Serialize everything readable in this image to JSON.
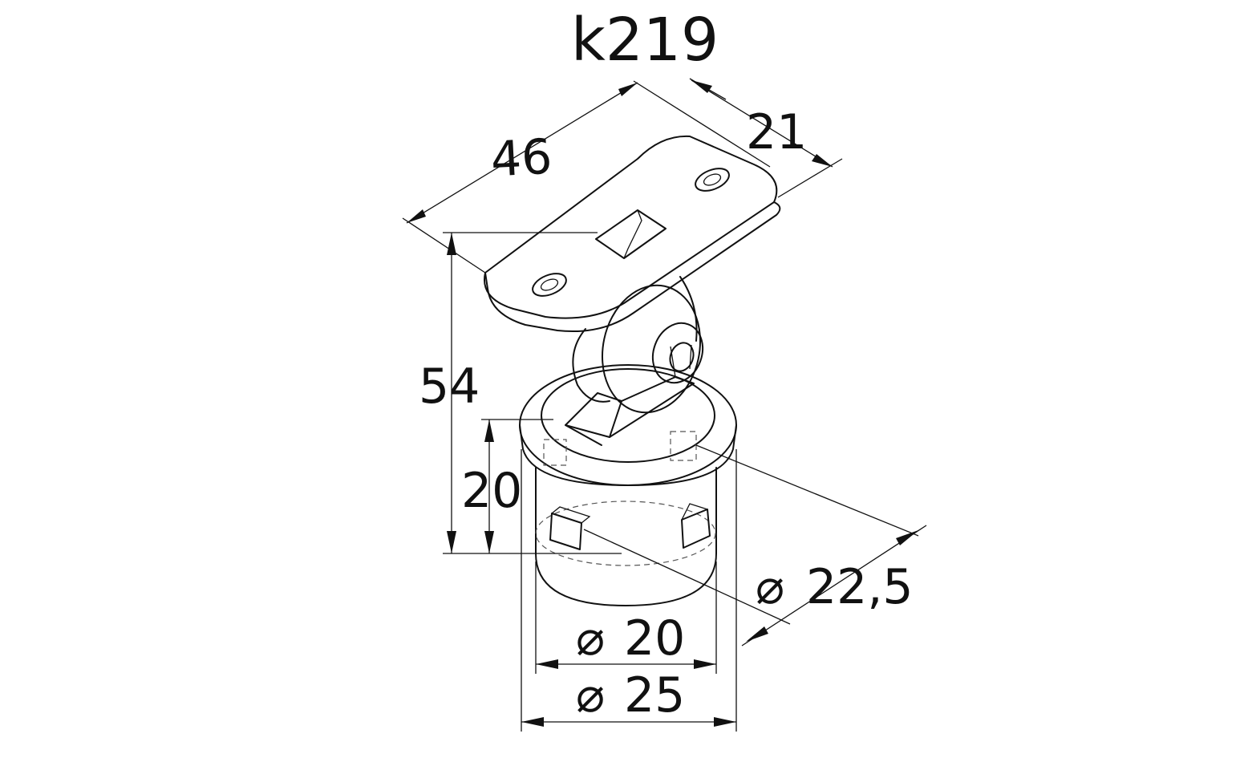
{
  "title": "k219",
  "dimensions": {
    "length": "46",
    "width": "21",
    "height": "54",
    "socket_height": "20",
    "diameter_small_symbol": "⌀",
    "diameter_small": "22,5",
    "diameter_inner_symbol": "⌀",
    "diameter_inner": "20",
    "diameter_outer_symbol": "⌀",
    "diameter_outer": "25"
  },
  "colors": {
    "line": "#111111",
    "background": "#ffffff"
  }
}
